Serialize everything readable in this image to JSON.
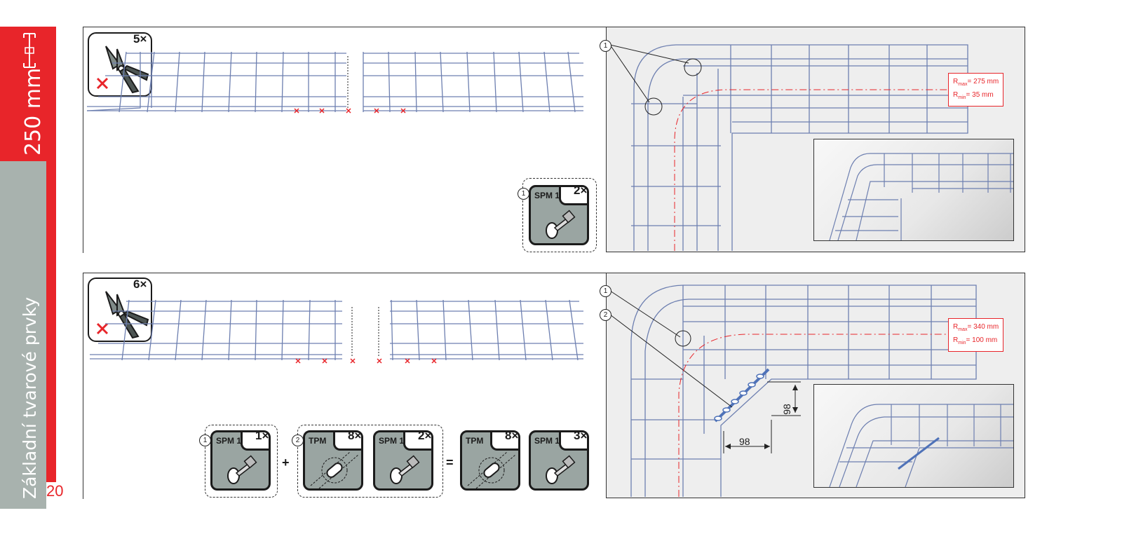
{
  "sidebar": {
    "dimension": "250 mm",
    "section_title": "Základní tvarové prvky",
    "page_number": "20"
  },
  "colors": {
    "accent": "#e8252a",
    "sidebar_gray": "#a8b2ae",
    "part_gray": "#9aa5a2",
    "wire": "#6d7fb0"
  },
  "step1": {
    "cut_count": "5×",
    "marker": "1",
    "radius": {
      "rmax_label": "R",
      "rmax_sub": "max",
      "rmax_value": "= 275 mm",
      "rmin_label": "R",
      "rmin_sub": "min",
      "rmin_value": "= 35 mm"
    },
    "parts": [
      {
        "index": "1",
        "name": "SPM 1",
        "qty": "2×"
      }
    ]
  },
  "step2": {
    "cut_count": "6×",
    "markers": [
      "1",
      "2"
    ],
    "radius": {
      "rmax_label": "R",
      "rmax_sub": "max",
      "rmax_value": "= 340 mm",
      "rmin_label": "R",
      "rmin_sub": "min",
      "rmin_value": "= 100 mm"
    },
    "dimensions": [
      "98",
      "98"
    ],
    "equation": {
      "group1": {
        "index": "1",
        "parts": [
          {
            "name": "SPM 1",
            "qty": "1×"
          }
        ]
      },
      "plus": "+",
      "group2": {
        "index": "2",
        "parts": [
          {
            "name": "TPM",
            "qty": "8×"
          },
          {
            "name": "SPM 1",
            "qty": "2×"
          }
        ]
      },
      "equals": "=",
      "result": [
        {
          "name": "TPM",
          "qty": "8×"
        },
        {
          "name": "SPM 1",
          "qty": "3×"
        }
      ]
    }
  },
  "icons": [
    "bolt-cutter-icon",
    "cross-mark-icon",
    "cable-tray-end-icon",
    "bolt-icon",
    "connector-plate-icon"
  ]
}
